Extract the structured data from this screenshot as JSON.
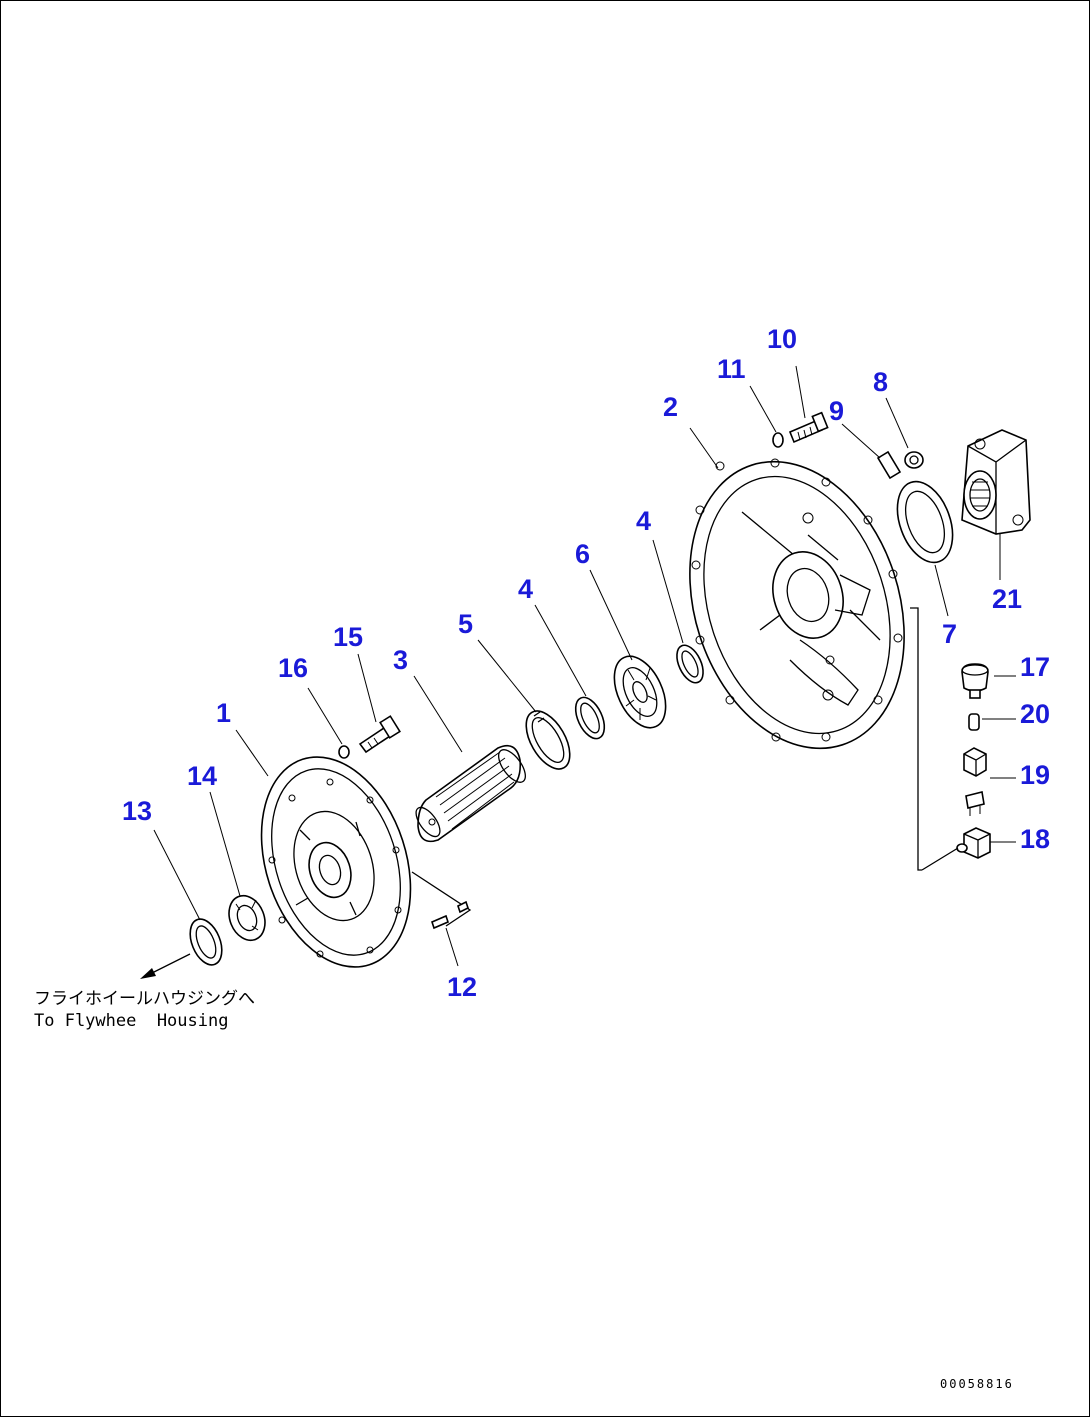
{
  "colors": {
    "callout": "#1a1ad8",
    "line": "#000000",
    "background": "#ffffff"
  },
  "callouts": {
    "p1": "1",
    "p2": "2",
    "p3": "3",
    "p4a": "4",
    "p4b": "4",
    "p5": "5",
    "p6": "6",
    "p7": "7",
    "p8": "8",
    "p9": "9",
    "p10": "10",
    "p11": "11",
    "p12": "12",
    "p13": "13",
    "p14": "14",
    "p15": "15",
    "p16": "16",
    "p17": "17",
    "p18": "18",
    "p19": "19",
    "p20": "20",
    "p21": "21"
  },
  "note": {
    "jp": "フライホイールハウジングへ",
    "en": "To Flywhee  Housing"
  },
  "drawing_code": "00058816"
}
